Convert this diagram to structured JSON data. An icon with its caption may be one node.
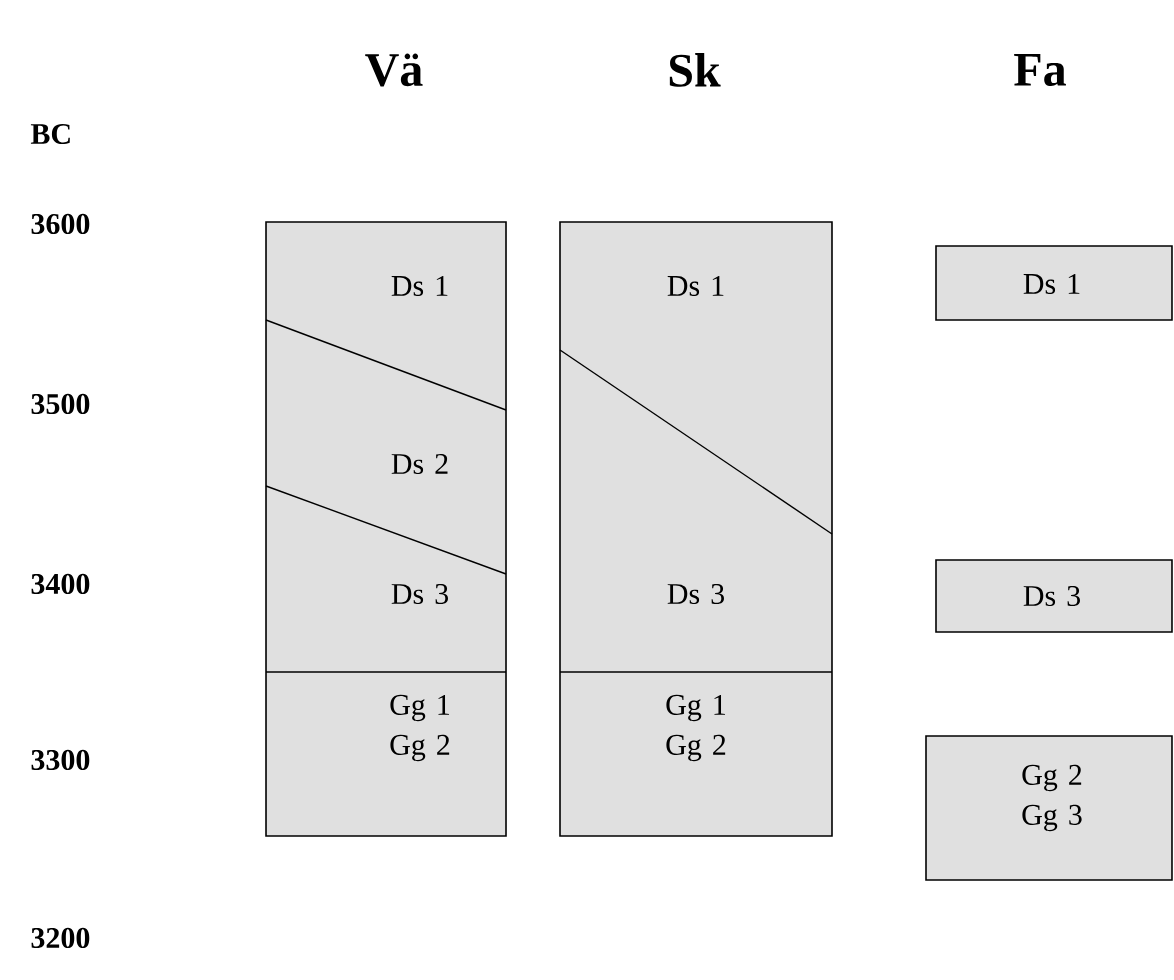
{
  "diagram": {
    "nodes": [
      {
        "text": [
          "Ds 1",
          "Ds 2",
          "Ds 3",
          "Gg 1 Gg 2"
        ]
      },
      {
        "text": [
          "Ds 1",
          "Ds 3",
          "Gg 1 Gg 2"
        ]
      },
      {
        "text": [
          "Ds 1"
        ]
      },
      {
        "text": [
          "Ds 3"
        ]
      },
      {
        "text": [
          "Gg 2 Gg 3"
        ]
      }
    ],
    "labels": [
      "Vä",
      "Sk",
      "Fa",
      "BC",
      "3600",
      "3500",
      "3400",
      "3300",
      "3200"
    ]
  }
}
